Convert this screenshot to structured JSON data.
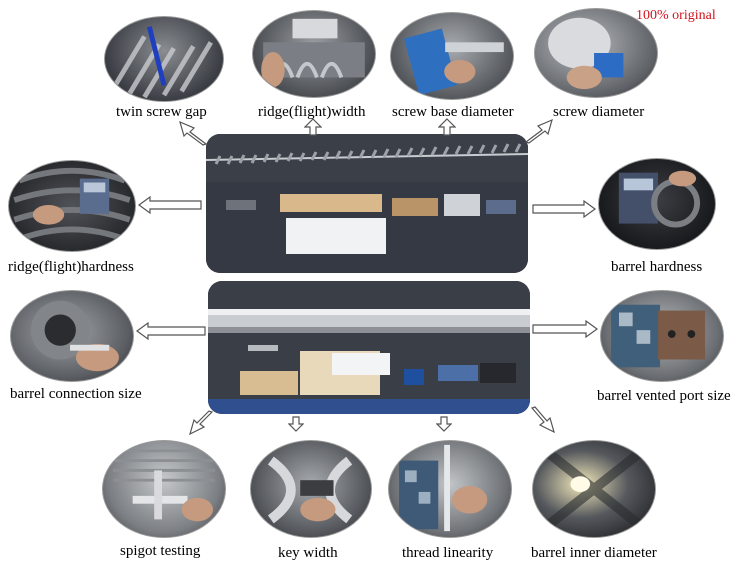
{
  "badge": "100% original",
  "colors": {
    "badge": "#d0141b",
    "arrow_fill": "#ffffff",
    "arrow_stroke": "#555555"
  },
  "inspections": [
    {
      "id": "twin-screw-gap",
      "label": "twin screw gap"
    },
    {
      "id": "ridge-flight-width",
      "label": "ridge(flight)width"
    },
    {
      "id": "screw-base-diameter",
      "label": "screw base diameter"
    },
    {
      "id": "screw-diameter",
      "label": "screw diameter"
    },
    {
      "id": "ridge-flight-hardness",
      "label": "ridge(flight)hardness"
    },
    {
      "id": "barrel-hardness",
      "label": "barrel hardness"
    },
    {
      "id": "barrel-connection-size",
      "label": "barrel connection size"
    },
    {
      "id": "barrel-vented-port-size",
      "label": "barrel vented port size"
    },
    {
      "id": "spigot-testing",
      "label": "spigot testing"
    },
    {
      "id": "key-width",
      "label": "key width"
    },
    {
      "id": "thread-linearity",
      "label": "thread linearity"
    },
    {
      "id": "barrel-inner-diameter",
      "label": "barrel inner diameter"
    }
  ]
}
